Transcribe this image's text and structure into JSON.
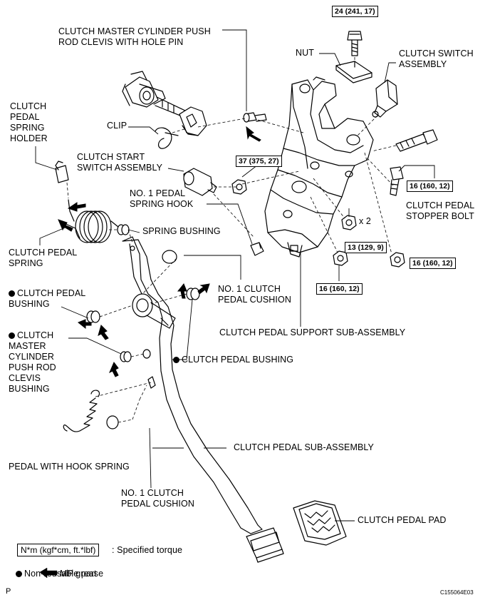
{
  "labels": {
    "push_rod_clevis": "CLUTCH MASTER CYLINDER PUSH\nROD CLEVIS WITH HOLE PIN",
    "nut": "NUT",
    "clutch_switch": "CLUTCH SWITCH\nASSEMBLY",
    "spring_holder": "CLUTCH\nPEDAL\nSPRING\nHOLDER",
    "clip": "CLIP",
    "start_switch": "CLUTCH START\nSWITCH ASSEMBLY",
    "spring_hook": "NO. 1 PEDAL\nSPRING HOOK",
    "stopper_bolt": "CLUTCH PEDAL\nSTOPPER BOLT",
    "spring_bushing": "SPRING BUSHING",
    "pedal_spring": "CLUTCH PEDAL\nSPRING",
    "cushion_top": "NO. 1 CLUTCH\nPEDAL CUSHION",
    "pedal_bushing_left": "CLUTCH PEDAL\nBUSHING",
    "support_sub": "CLUTCH PEDAL SUPPORT SUB-ASSEMBLY",
    "clevis_bushing": "CLUTCH\nMASTER\nCYLINDER\nPUSH ROD\nCLEVIS\nBUSHING",
    "pedal_bushing_right": "CLUTCH PEDAL BUSHING",
    "hook_spring": "PEDAL WITH HOOK SPRING",
    "pedal_sub": "CLUTCH PEDAL SUB-ASSEMBLY",
    "cushion_bottom": "NO. 1 CLUTCH\nPEDAL CUSHION",
    "pedal_pad": "CLUTCH PEDAL PAD",
    "times_two": "x 2"
  },
  "torque": {
    "t1": "24 (241, 17)",
    "t2": "37 (375, 27)",
    "t3": "16 (160, 12)",
    "t4": "13 (129, 9)",
    "t5": "16 (160, 12)",
    "t6": "16 (160, 12)"
  },
  "legend": {
    "torque_unit": "N*m (kgf*cm, ft.*lbf)",
    "torque_text": ": Specified torque",
    "nonreusable": "Non-reusable part",
    "grease": "MP grease"
  },
  "footer": {
    "left": "P",
    "code": "C155064E03"
  }
}
